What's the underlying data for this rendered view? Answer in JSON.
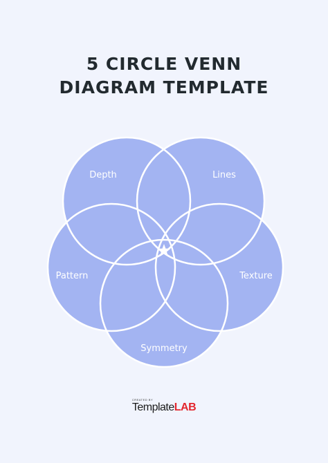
{
  "title": {
    "line1": "5 CIRCLE VENN",
    "line2": "DIAGRAM TEMPLATE"
  },
  "diagram": {
    "circle_fill": "#a3b4f2",
    "stroke_color": "#ffffff",
    "center_icon": "star-icon",
    "labels": {
      "depth": "Depth",
      "lines": "Lines",
      "pattern": "Pattern",
      "texture": "Texture",
      "symmetry": "Symmetry"
    }
  },
  "branding": {
    "small_text": "CREATED BY",
    "name_part1": "Template",
    "name_part2": "LAB",
    "accent_color": "#e3262e"
  }
}
